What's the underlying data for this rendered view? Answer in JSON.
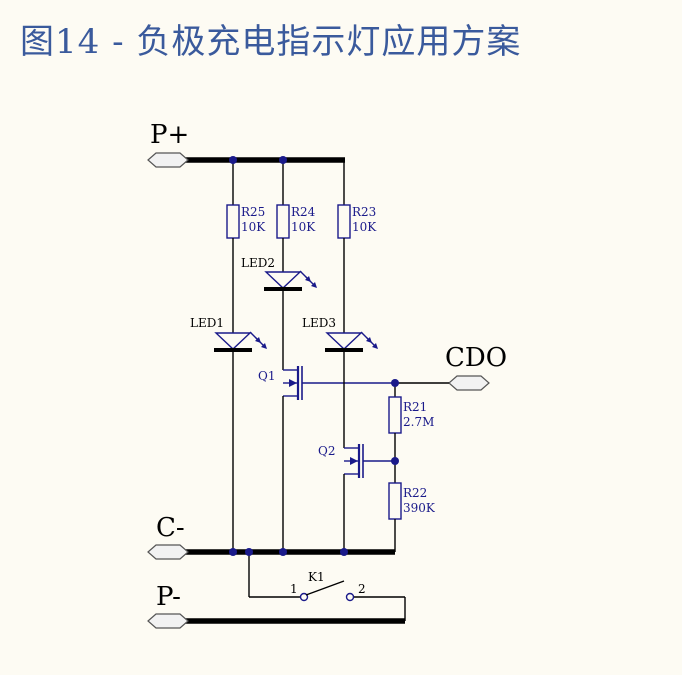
{
  "title": "图14  -  负极充电指示灯应用方案",
  "labels": {
    "p_plus": "P+",
    "c_minus": "C-",
    "p_minus": "P-",
    "cdo": "CDO"
  },
  "components": {
    "r25": {
      "ref": "R25",
      "value": "10K"
    },
    "r24": {
      "ref": "R24",
      "value": "10K"
    },
    "r23": {
      "ref": "R23",
      "value": "10K"
    },
    "r21": {
      "ref": "R21",
      "value": "2.7M"
    },
    "r22": {
      "ref": "R22",
      "value": "390K"
    },
    "led1": {
      "ref": "LED1"
    },
    "led2": {
      "ref": "LED2"
    },
    "led3": {
      "ref": "LED3"
    },
    "q1": {
      "ref": "Q1"
    },
    "q2": {
      "ref": "Q2"
    },
    "k1": {
      "ref": "K1",
      "pin1": "1",
      "pin2": "2"
    }
  },
  "colors": {
    "title": "#3a5a9c",
    "component": "#1a1a8a",
    "wire": "#000000",
    "background": "#fdfbf3"
  }
}
